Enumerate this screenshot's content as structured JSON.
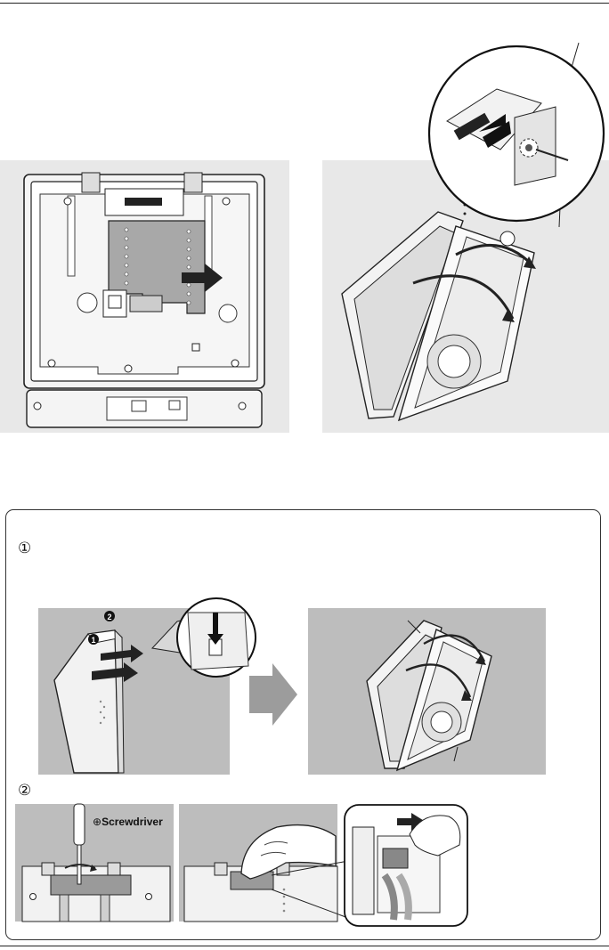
{
  "steps": {
    "step1_marker": "①",
    "step2_marker": "②",
    "tool_label": "Screwdriver",
    "tool_symbol": "⊕"
  },
  "callouts": {
    "one": "1",
    "two": "2"
  }
}
